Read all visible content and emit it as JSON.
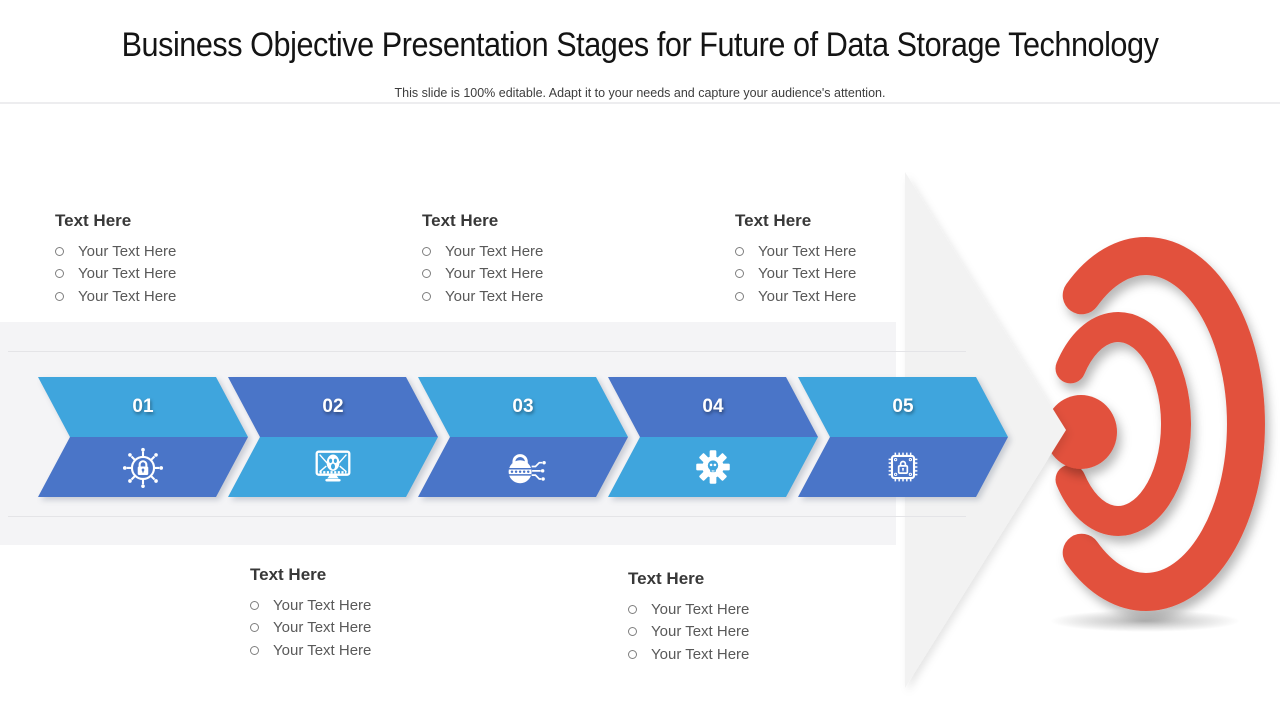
{
  "slide": {
    "title": "Business Objective Presentation Stages for Future of Data Storage Technology",
    "subtitle": "This slide is 100% editable. Adapt it to your needs and capture your audience's attention."
  },
  "colors": {
    "light_blue": "#3FA5DD",
    "dark_blue": "#4A75C8",
    "red": "#E2513E",
    "band_gray": "#F4F4F6",
    "arrow_gray": "#F2F2F2"
  },
  "stages": [
    {
      "number": "01",
      "icon": "network-security-lock-icon",
      "scheme": "light-top"
    },
    {
      "number": "02",
      "icon": "scream-monitor-attack-icon",
      "scheme": "dark-top"
    },
    {
      "number": "03",
      "icon": "encrypted-padlock-circuit-icon",
      "scheme": "light-top"
    },
    {
      "number": "04",
      "icon": "malware-gear-skull-icon",
      "scheme": "dark-top"
    },
    {
      "number": "05",
      "icon": "secure-chip-lock-icon",
      "scheme": "light-top"
    }
  ],
  "text_blocks": {
    "top": [
      {
        "heading": "Text Here",
        "bullets": [
          "Your Text Here",
          "Your Text Here",
          "Your Text Here"
        ]
      },
      {
        "heading": "Text Here",
        "bullets": [
          "Your Text Here",
          "Your Text Here",
          "Your Text Here"
        ]
      },
      {
        "heading": "Text Here",
        "bullets": [
          "Your Text Here",
          "Your Text Here",
          "Your Text Here"
        ]
      }
    ],
    "bottom": [
      {
        "heading": "Text Here",
        "bullets": [
          "Your Text Here",
          "Your Text Here",
          "Your Text Here"
        ]
      },
      {
        "heading": "Text Here",
        "bullets": [
          "Your Text Here",
          "Your Text Here",
          "Your Text Here"
        ]
      }
    ]
  },
  "graphics": {
    "target": "bullseye-target-icon",
    "arrow": "big-right-arrow-icon"
  }
}
